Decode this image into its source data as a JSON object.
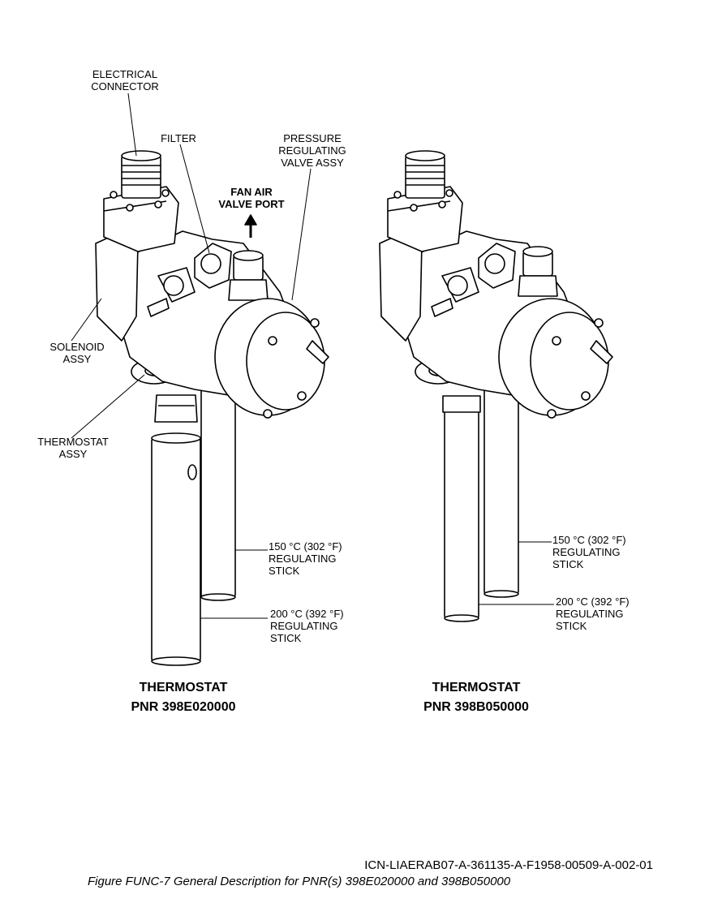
{
  "left_assembly": {
    "labels": {
      "electrical_connector": "ELECTRICAL\nCONNECTOR",
      "filter": "FILTER",
      "pressure_regulating_valve": "PRESSURE\nREGULATING\nVALVE ASSY",
      "fan_air_valve_port": "FAN AIR\nVALVE PORT",
      "solenoid": "SOLENOID\nASSY",
      "thermostat_assy": "THERMOSTAT\nASSY",
      "stick_150": "150 °C (302 °F)\nREGULATING\nSTICK",
      "stick_200": "200 °C (392 °F)\nREGULATING\nSTICK"
    },
    "title": "THERMOSTAT",
    "pnr": "PNR 398E020000"
  },
  "right_assembly": {
    "labels": {
      "stick_150": "150 °C (302 °F)\nREGULATING\nSTICK",
      "stick_200": "200 °C (392 °F)\nREGULATING\nSTICK"
    },
    "title": "THERMOSTAT",
    "pnr": "PNR 398B050000"
  },
  "footer": {
    "icn": "ICN-LIAERAB07-A-361135-A-F1958-00509-A-002-01",
    "caption": "Figure FUNC-7    General Description for PNR(s) 398E020000 and 398B050000"
  }
}
